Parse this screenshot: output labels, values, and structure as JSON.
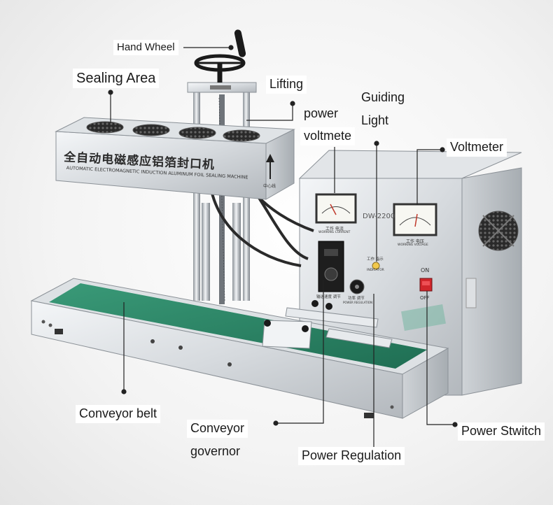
{
  "labels": {
    "hand_wheel": "Hand Wheel",
    "sealing_area": "Sealing Area",
    "lifting": "Lifting",
    "power_voltmeter_line1": "power",
    "power_voltmeter_line2": "voltmete",
    "guiding_line1": "Guiding",
    "guiding_line2": "Light",
    "voltmeter": "Voltmeter",
    "conveyor_belt": "Conveyor belt",
    "conveyor_governor_line1": "Conveyor",
    "conveyor_governor_line2": "governor",
    "power_regulation": "Power Regulation",
    "power_switch": "Power Stwitch"
  },
  "machine_text": {
    "head_title_cn": "全自动电磁感应铝箔封口机",
    "head_subtitle_en": "AUTOMATIC ELECTROMAGNETIC INDUCTION ALUMINUM FOIL SEALING MACHINE",
    "head_arrow_cn": "中心线",
    "model": "DW-2200",
    "meter_left_cn": "工作 电流",
    "meter_left_en": "WORKING CURRENT",
    "meter_right_cn": "工作 电压",
    "meter_right_en": "WORKING VOLTAGE",
    "indicator_cn": "工作 指示",
    "indicator_en": "INDICATOR",
    "switch_on": "ON",
    "switch_off": "OFF",
    "knob_label_cn": "功率 调节",
    "knob_label_en": "POWER REGULATION",
    "governor_cn": "输送速度 调节"
  },
  "colors": {
    "steel_light": "#e9ecef",
    "steel_mid": "#c9ced3",
    "steel_dark": "#9aa0a6",
    "belt_green": "#2f8f6e",
    "switch_red": "#d0262b",
    "leader_line": "#222222"
  }
}
